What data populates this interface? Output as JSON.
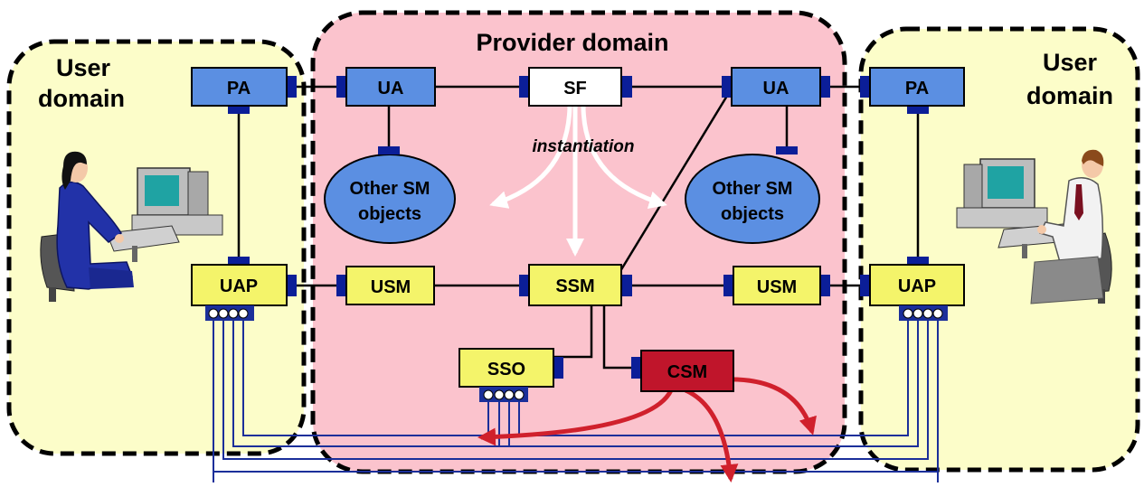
{
  "domains": {
    "provider": {
      "title": "Provider domain"
    },
    "user_left": {
      "title_line1": "User",
      "title_line2": "domain"
    },
    "user_right": {
      "title_line1": "User",
      "title_line2": "domain"
    }
  },
  "boxes": {
    "pa_left": "PA",
    "ua_left": "UA",
    "sf": "SF",
    "ua_right": "UA",
    "pa_right": "PA",
    "uap_left": "UAP",
    "usm_left": "USM",
    "ssm": "SSM",
    "usm_right": "USM",
    "uap_right": "UAP",
    "sso": "SSO",
    "csm": "CSM"
  },
  "ellipses": {
    "left": {
      "line1": "Other SM",
      "line2": "objects"
    },
    "right": {
      "line1": "Other SM",
      "line2": "objects"
    }
  },
  "instantiation_label": "instantiation",
  "colors": {
    "provider_bg": "#FBC3CD",
    "user_bg": "#FCFDC9",
    "box_blue": "#5B8FE2",
    "box_yellow": "#F4F46A",
    "box_red": "#C0152B",
    "ellipse_blue": "#5B8FE2",
    "port_blue": "#0B1E98",
    "wire_blue": "#1B2F9A",
    "arrow_red": "#D0202C"
  },
  "icons": {
    "left_user": "woman-at-computer-icon",
    "right_user": "man-at-computer-icon"
  }
}
